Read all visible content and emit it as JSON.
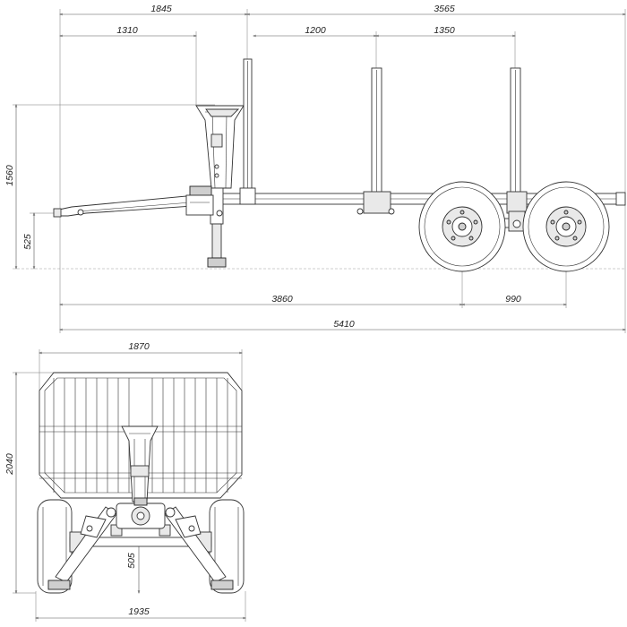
{
  "dimensions": {
    "side_view": {
      "front_post_offset": "1845",
      "post_span_total": "3565",
      "stanchion_offset": "1310",
      "stanchion_gap_1": "1200",
      "stanchion_gap_2": "1350",
      "height": "1560",
      "drawbar_height": "525",
      "front_to_axle": "3860",
      "axle_spacing": "990",
      "overall_length": "5410"
    },
    "rear_view": {
      "bunk_width": "1870",
      "height": "2040",
      "ground_clearance": "505",
      "track_width": "1935"
    }
  }
}
